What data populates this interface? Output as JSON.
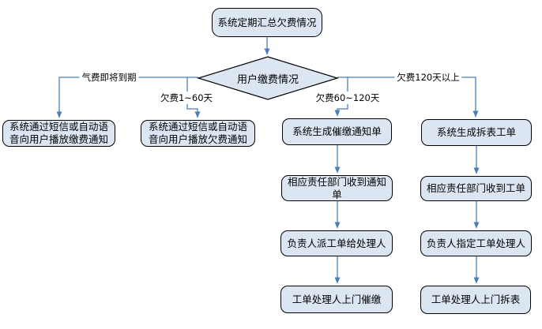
{
  "flowchart": {
    "start": "系统定期汇总欠费情况",
    "decision": "用户缴费情况",
    "branches": [
      {
        "label": "气费即将到期",
        "nodes": [
          "系统通过短信或自动语音向用户播放缴费通知"
        ]
      },
      {
        "label": "欠费1~60天",
        "nodes": [
          "系统通过短信或自动语音向用户播放欠费通知"
        ]
      },
      {
        "label": "欠费60~120天",
        "nodes": [
          "系统生成催缴通知单",
          "相应责任部门收到通知单",
          "负责人派工单给处理人",
          "工单处理人上门催缴"
        ]
      },
      {
        "label": "欠费120天以上",
        "nodes": [
          "系统生成拆表工单",
          "相应责任部门收到工单",
          "负责人指定工单处理人",
          "工单处理人上门拆表"
        ]
      }
    ],
    "colors": {
      "node_fill": "#dce6f2",
      "node_border": "#000000",
      "connector": "#4a7ebb",
      "background": "#ffffff",
      "text": "#000000"
    }
  }
}
